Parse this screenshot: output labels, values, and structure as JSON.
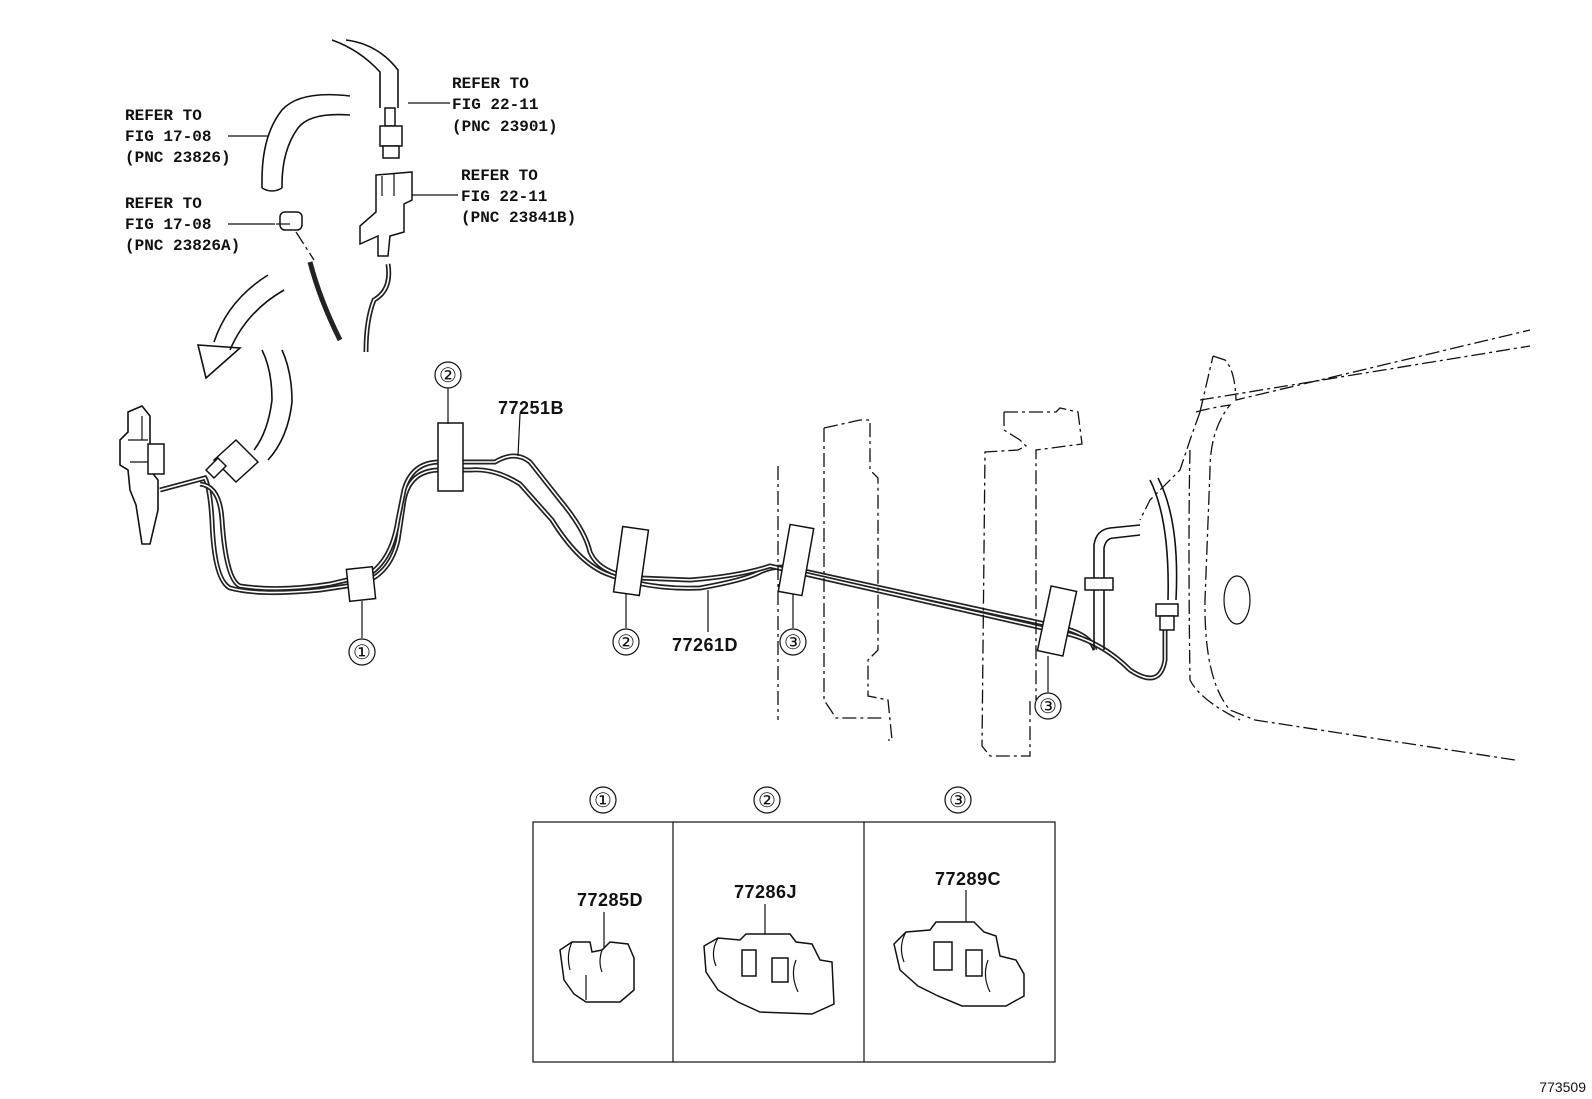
{
  "references": [
    {
      "line1": "REFER TO",
      "line2": "FIG 22-11",
      "line3": "(PNC 23901)"
    },
    {
      "line1": "REFER TO",
      "line2": "FIG 17-08",
      "line3": "(PNC 23826)"
    },
    {
      "line1": "REFER TO",
      "line2": "FIG 22-11",
      "line3": "(PNC 23841B)"
    },
    {
      "line1": "REFER TO",
      "line2": "FIG 17-08",
      "line3": "(PNC 23826A)"
    }
  ],
  "part_numbers": {
    "tube_upper": "77251B",
    "tube_lower": "77261D",
    "clamp_1": "77285D",
    "clamp_2": "77286J",
    "clamp_3": "77289C"
  },
  "callouts": {
    "c1": "①",
    "c2": "②",
    "c3": "③"
  },
  "legend_headers": [
    "①",
    "②",
    "③"
  ],
  "figure_id": "773509"
}
